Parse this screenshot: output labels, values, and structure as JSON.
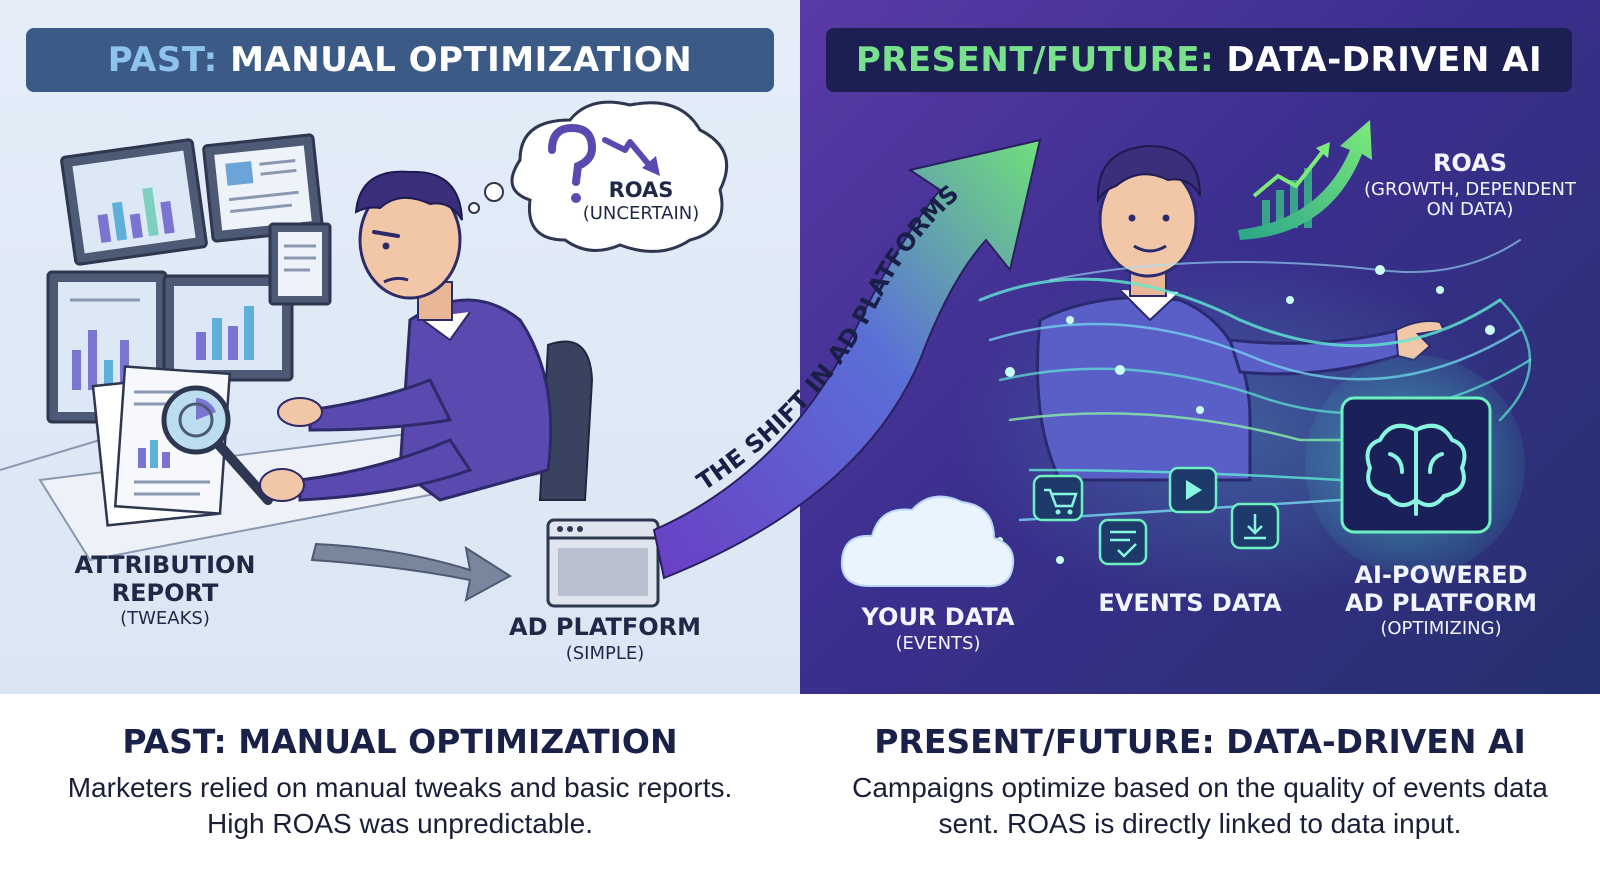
{
  "left": {
    "banner_prefix": "PAST:",
    "banner_main": "MANUAL OPTIMIZATION",
    "thought_title": "ROAS",
    "thought_sub": "(UNCERTAIN)",
    "attribution_title": "ATTRIBUTION REPORT",
    "attribution_sub": "(TWEAKS)",
    "platform_title": "AD PLATFORM",
    "platform_sub": "(SIMPLE)"
  },
  "arrow_text": "THE SHIFT IN AD PLATFORMS",
  "right": {
    "banner_prefix": "PRESENT/FUTURE:",
    "banner_main": "DATA-DRIVEN AI",
    "roas_title": "ROAS",
    "roas_sub": "(GROWTH, DEPENDENT ON DATA)",
    "your_data_title": "YOUR DATA",
    "your_data_sub": "(EVENTS)",
    "events_title": "EVENTS DATA",
    "ai_title": "AI-POWERED AD PLATFORM",
    "ai_sub": "(OPTIMIZING)"
  },
  "captions": {
    "left_title": "PAST: MANUAL OPTIMIZATION",
    "left_body": "Marketers relied on manual tweaks and basic reports. High ROAS was unpredictable.",
    "right_title": "PRESENT/FUTURE: DATA-DRIVEN AI",
    "right_body": "Campaigns optimize based on the quality of events data sent. ROAS is directly linked to data input."
  },
  "colors": {
    "left_banner": "#3b5a86",
    "right_banner": "#1b1f52",
    "left_accent": "#8ec3ee",
    "right_accent": "#79e08c",
    "shift_arrow_start": "#6a3fc4",
    "shift_arrow_end": "#6fe07a"
  },
  "icons": [
    "question-icon",
    "trend-down-icon",
    "magnifier-icon",
    "browser-window-icon",
    "cloud-icon",
    "cart-icon",
    "play-icon",
    "checklist-icon",
    "download-icon",
    "brain-icon",
    "growth-chart-icon"
  ]
}
